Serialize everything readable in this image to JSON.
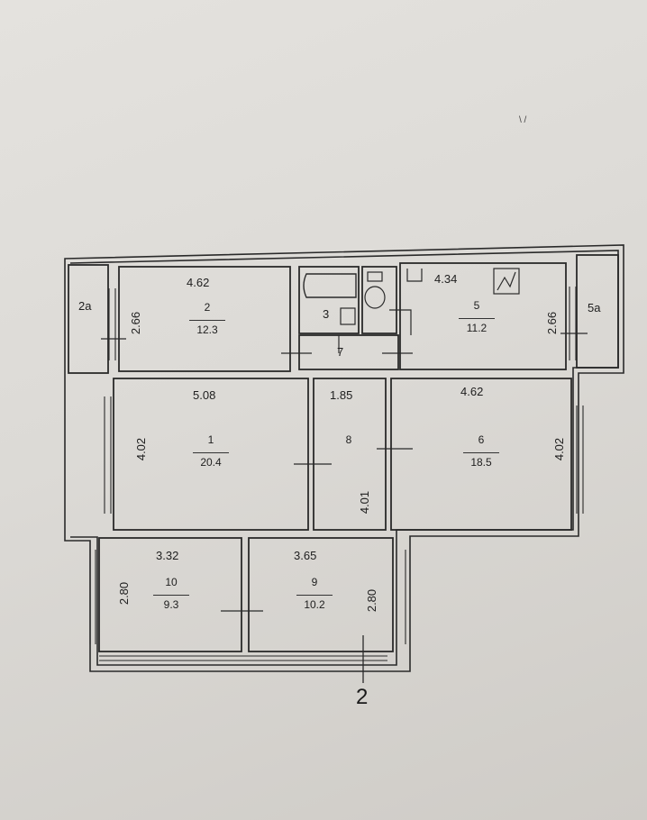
{
  "rooms": {
    "r2a": {
      "number": "2а"
    },
    "r2": {
      "width": "4.62",
      "number": "2",
      "area": "12.3",
      "height": "2.66"
    },
    "r3": {
      "number": "3"
    },
    "r7": {
      "number": "7"
    },
    "r5": {
      "width": "4.34",
      "number": "5",
      "area": "11.2",
      "height": "2.66"
    },
    "r5a": {
      "number": "5а"
    },
    "r1": {
      "width": "5.08",
      "number": "1",
      "area": "20.4",
      "height": "4.02"
    },
    "r8": {
      "width": "1.85",
      "number": "8",
      "height": "4.01"
    },
    "r6": {
      "width": "4.62",
      "number": "6",
      "area": "18.5",
      "height": "4.02"
    },
    "r10": {
      "width": "3.32",
      "number": "10",
      "area": "9.3",
      "height": "2.80"
    },
    "r9": {
      "width": "3.65",
      "number": "9",
      "area": "10.2",
      "height": "2.80"
    }
  },
  "axis_label": "2",
  "corner_mark": "\\ /"
}
